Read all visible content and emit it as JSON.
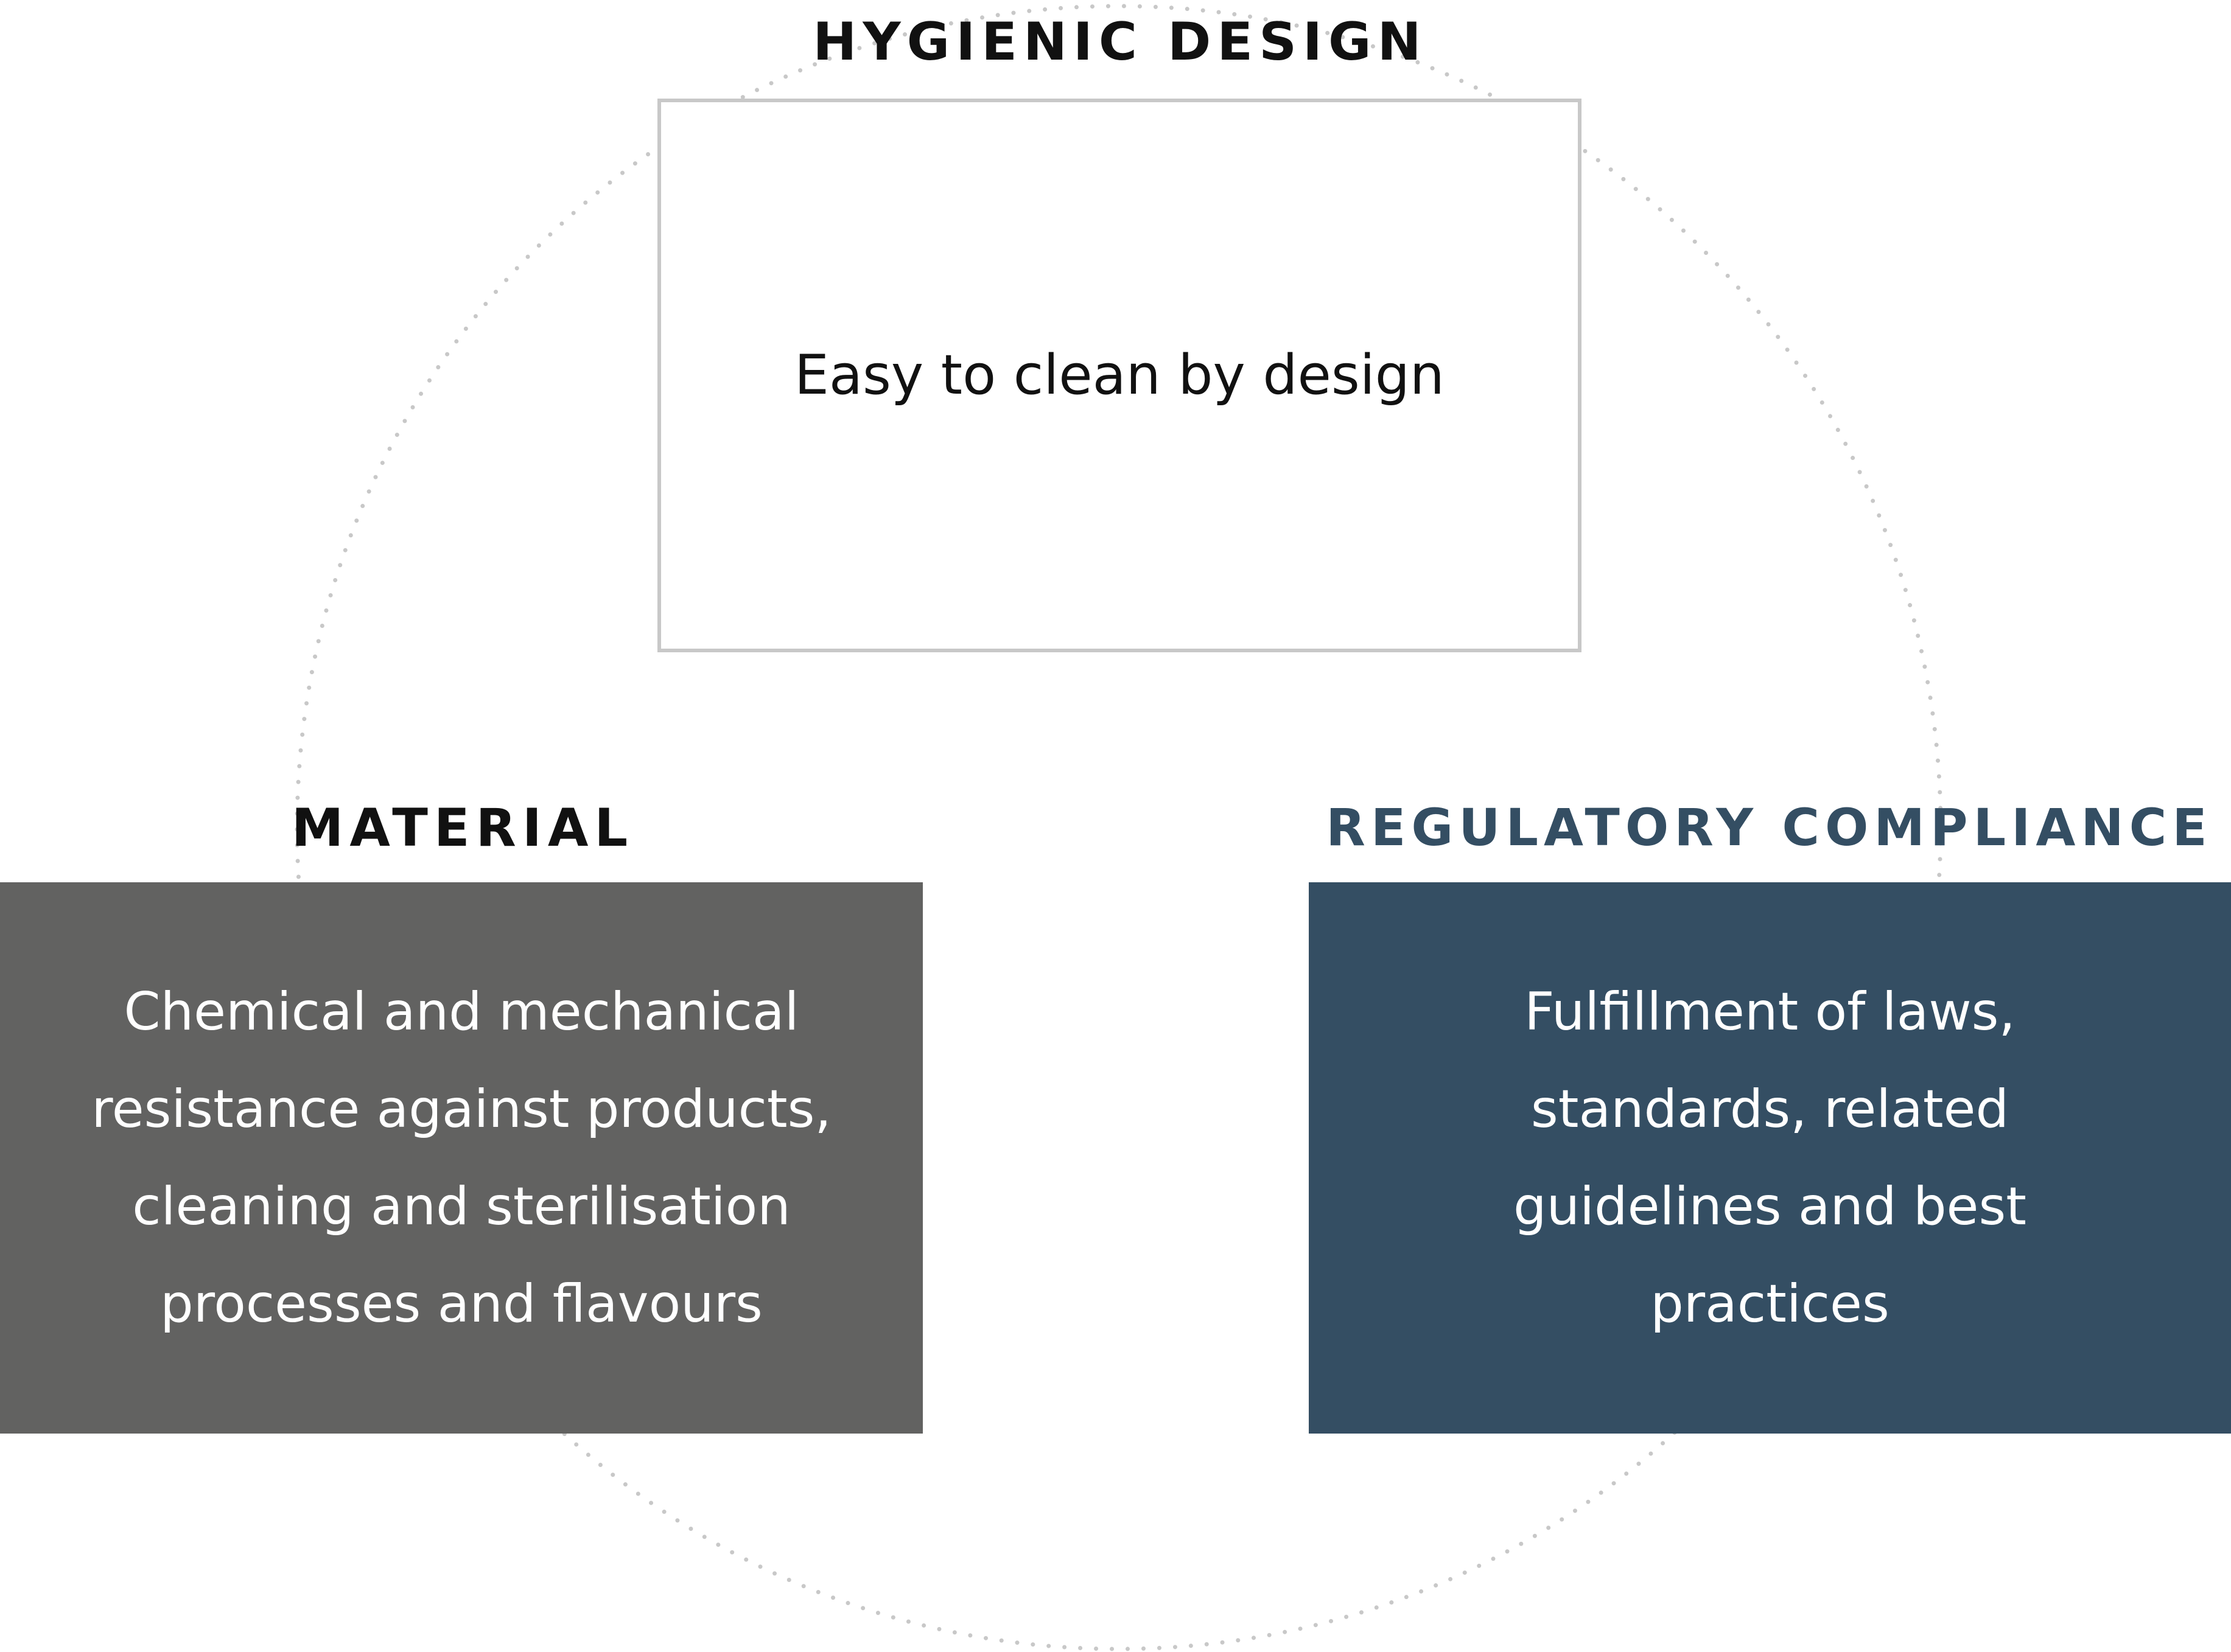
{
  "diagram": {
    "nodes": [
      {
        "id": "hygienic",
        "heading": "HYGIENIC DESIGN",
        "text": "Easy to clean by design",
        "heading_color": "#111111",
        "box_fill": "#ffffff",
        "box_border": "#c8c8c8",
        "text_color": "#111111"
      },
      {
        "id": "material",
        "heading": "MATERIAL",
        "text": "Chemical and mechanical resistance against products, cleaning and sterilisation processes and flavours",
        "heading_color": "#111111",
        "box_fill": "#626261",
        "text_color": "#ffffff"
      },
      {
        "id": "regulatory",
        "heading": "REGULATORY COMPLIANCE",
        "text": "Fulfillment of laws, standards, related guidelines and best practices",
        "heading_color": "#344e63",
        "box_fill": "#344e63",
        "text_color": "#ffffff"
      }
    ],
    "connector": {
      "shape": "dotted circle",
      "color": "#c8c8c8"
    }
  }
}
